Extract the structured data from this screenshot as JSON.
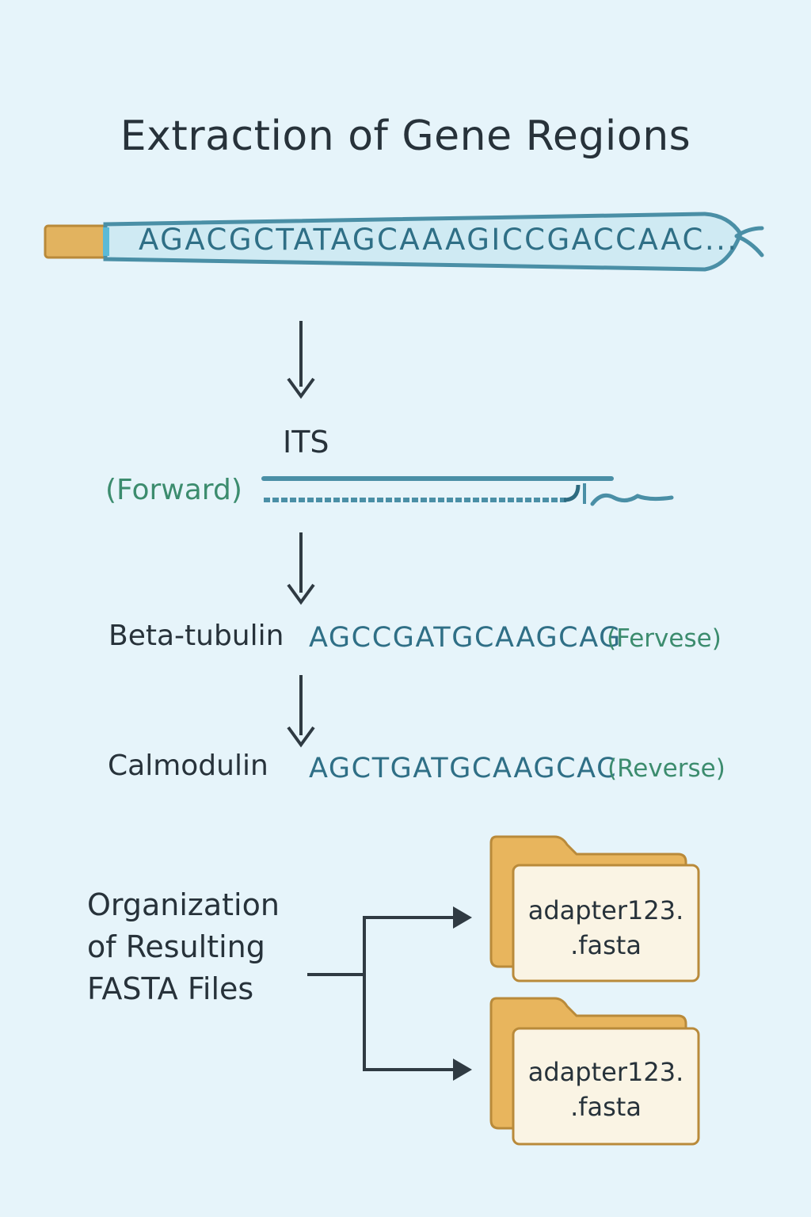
{
  "title": "Extraction of Gene Regions",
  "source_sequence": "AGACGCTATAGCAAAGICCGACCAAC...",
  "its": {
    "label": "ITS",
    "direction": "(Forward)"
  },
  "beta_tubulin": {
    "label": "Beta-tubulin",
    "sequence": "AGCCGATGCAAGCAG",
    "direction": "(Fervese)"
  },
  "calmodulin": {
    "label": "Calmodulin",
    "sequence": "AGCTGATGCAAGCAC",
    "direction": "(Reverse)"
  },
  "organization": {
    "label_line1": "Organization",
    "label_line2": "of Resulting",
    "label_line3": "FASTA Files"
  },
  "files": [
    {
      "line1": "adapter123.",
      "line2": ".fasta",
      "icon": "folder-icon"
    },
    {
      "line1": "adapter123.",
      "line2": ".fasta",
      "icon": "folder-icon"
    }
  ],
  "colors": {
    "background": "#e6f4fa",
    "strand": "#4a8fa6",
    "tube_fill": "#cfeaf3",
    "cap": "#e2b35f",
    "folder": "#e8b55d",
    "paper": "#faf4e4",
    "arrow": "#2f3a42"
  }
}
